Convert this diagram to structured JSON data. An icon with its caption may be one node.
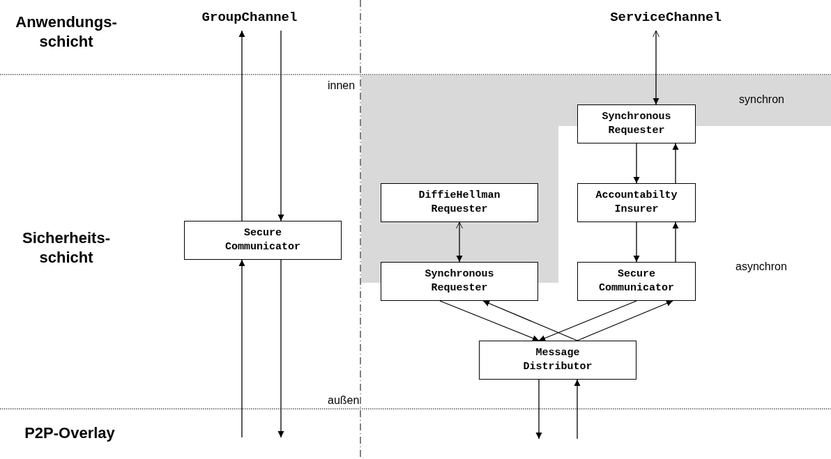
{
  "diagram": {
    "nodes": [
      {
        "text": [
          "GroupChannel"
        ]
      },
      {
        "text": [
          "ServiceChannel"
        ]
      },
      {
        "text": [
          "Secure Communicator"
        ]
      },
      {
        "text": [
          "Synchronous Requester"
        ]
      },
      {
        "text": [
          "DiffieHellman Requester"
        ]
      },
      {
        "text": [
          "Accountabilty Insurer"
        ]
      },
      {
        "text": [
          "Synchronous Requester"
        ]
      },
      {
        "text": [
          "Secure Communicator"
        ]
      },
      {
        "text": [
          "Message Distributor"
        ]
      }
    ],
    "edges": [
      {
        "from": 2,
        "to": 0,
        "arrow": "to"
      },
      {
        "from": 0,
        "to": 2,
        "arrow": "to"
      },
      {
        "from": null,
        "to": 2,
        "arrow": "to"
      },
      {
        "from": 2,
        "to": null,
        "arrow": "to"
      },
      {
        "from": 1,
        "to": 3,
        "arrow": "both"
      },
      {
        "from": 3,
        "to": 5,
        "arrow": "to"
      },
      {
        "from": 5,
        "to": 3,
        "arrow": "to"
      },
      {
        "from": 4,
        "to": 6,
        "arrow": "both"
      },
      {
        "from": 5,
        "to": 7,
        "arrow": "to"
      },
      {
        "from": 7,
        "to": 5,
        "arrow": "to"
      },
      {
        "from": 6,
        "to": 8,
        "arrow": "to"
      },
      {
        "from": 8,
        "to": 6,
        "arrow": "to"
      },
      {
        "from": 7,
        "to": 8,
        "arrow": "to"
      },
      {
        "from": 8,
        "to": 7,
        "arrow": "to"
      },
      {
        "from": 8,
        "to": null,
        "arrow": "to"
      },
      {
        "from": null,
        "to": 8,
        "arrow": "to"
      }
    ],
    "labels": [
      "Anwendungs- schicht",
      "innen",
      "synchron",
      "Sicherheits- schicht",
      "asynchron",
      "außen",
      "P2P-Overlay"
    ]
  }
}
